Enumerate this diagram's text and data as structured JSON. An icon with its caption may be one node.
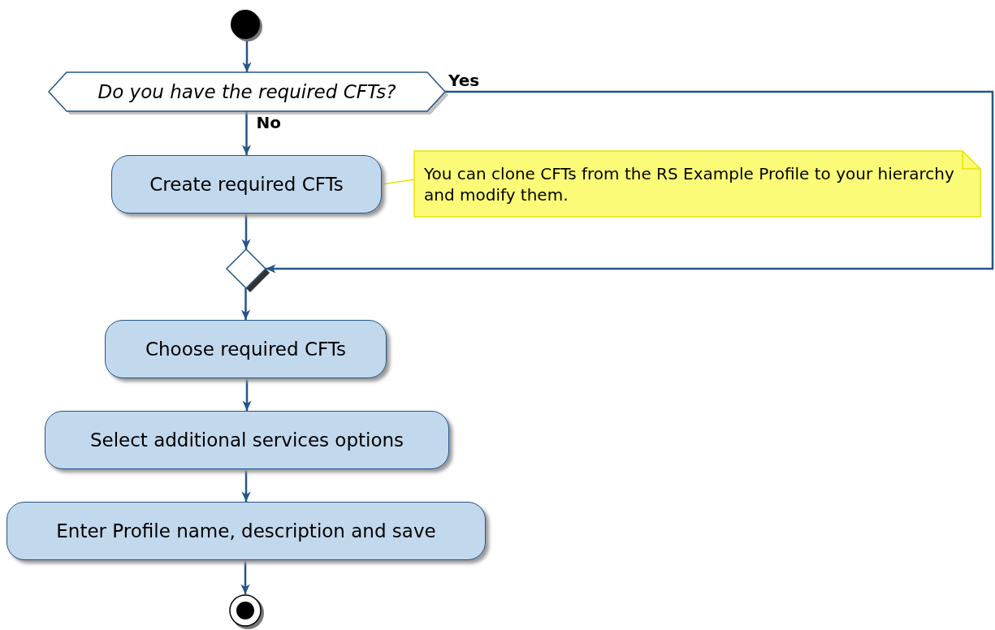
{
  "diagram": {
    "nodes": [
      {
        "text": [],
        "shape": "circle"
      },
      {
        "text": [
          "Do you have the required CFTs?"
        ]
      },
      {
        "text": [
          "Create required CFTs"
        ]
      },
      {
        "text": [
          "You can clone CFTs from the RS Example Profile to your hierarchy and modify them."
        ]
      },
      {
        "text": [],
        "shape": "diamond"
      },
      {
        "text": [
          "Choose required CFTs"
        ]
      },
      {
        "text": [
          "Select additional services options"
        ]
      },
      {
        "text": [
          "Enter Profile name, description and save"
        ]
      },
      {
        "text": [],
        "shape": "circle"
      }
    ],
    "edges": [
      {
        "from": 0,
        "to": 1,
        "arrow": "to"
      },
      {
        "from": 1,
        "to": 2,
        "arrow": "to",
        "label": "No"
      },
      {
        "from": 2,
        "to": 4,
        "arrow": "to"
      },
      {
        "from": 1,
        "to": 4,
        "arrow": "to",
        "label": "Yes"
      },
      {
        "from": 4,
        "to": 5,
        "arrow": "to"
      },
      {
        "from": 5,
        "to": 6,
        "arrow": "to"
      },
      {
        "from": 6,
        "to": 7,
        "arrow": "to"
      },
      {
        "from": 7,
        "to": 8,
        "arrow": "to"
      },
      {
        "from": 3,
        "to": 2,
        "arrow": "none",
        "color": "#e6e600"
      }
    ]
  }
}
